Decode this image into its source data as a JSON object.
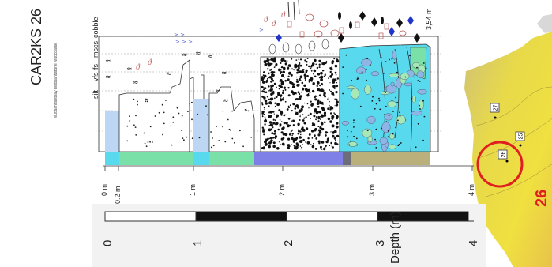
{
  "core_title": "CAR2KS 26",
  "sediment_codes": "Mudsandsiltclay Mudsandstone Mudcoarse",
  "grain_size_labels": [
    "silt",
    "vfs",
    "fs",
    "mscs",
    "cobble"
  ],
  "depth_ticks": [
    "0 m",
    "0.2 m",
    "1 m",
    "2 m",
    "3 m",
    "4 m"
  ],
  "top_elevation": "3,54 m",
  "scale_numbers": [
    "0",
    "1",
    "2",
    "3",
    "4"
  ],
  "scale_axis_label": "Depth (m)",
  "map_markers": [
    "27",
    "25",
    "26"
  ],
  "map_site_label": "26",
  "colors": {
    "unit_light_blue": "#bcd6f3",
    "unit_green": "#79e0a8",
    "unit_cyan": "#59d9ee",
    "unit_purple": "#7f7fe8",
    "unit_dark_gray": "#6d6d7a",
    "unit_olive": "#b9b07c",
    "site_circle_red": "#e02020"
  }
}
